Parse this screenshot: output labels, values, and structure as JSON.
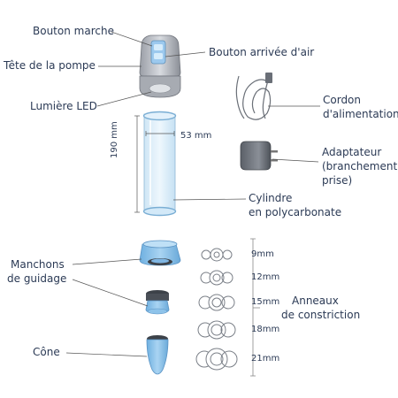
{
  "labels": {
    "power_button": "Bouton marche",
    "air_button": "Bouton arrivée d'air",
    "pump_head": "Tête de la pompe",
    "led_light": "Lumière LED",
    "power_cord": [
      "Cordon",
      "d'alimentation"
    ],
    "adapter": [
      "Adaptateur",
      "(branchement",
      "prise)"
    ],
    "cylinder": [
      "Cylindre",
      "en polycarbonate"
    ],
    "guide_sleeves": [
      "Manchons",
      "de guidage"
    ],
    "cone": "Cône",
    "rings": [
      "Anneaux",
      "de constriction"
    ]
  },
  "dimensions": {
    "diameter": "53 mm",
    "height": "190 mm"
  },
  "ring_sizes": [
    "9mm",
    "12mm",
    "15mm",
    "18mm",
    "21mm"
  ],
  "colors": {
    "text": "#2b3a55",
    "accent_blue": "#8ec3ea",
    "dark_grey": "#4a4f57",
    "line": "#555555"
  }
}
